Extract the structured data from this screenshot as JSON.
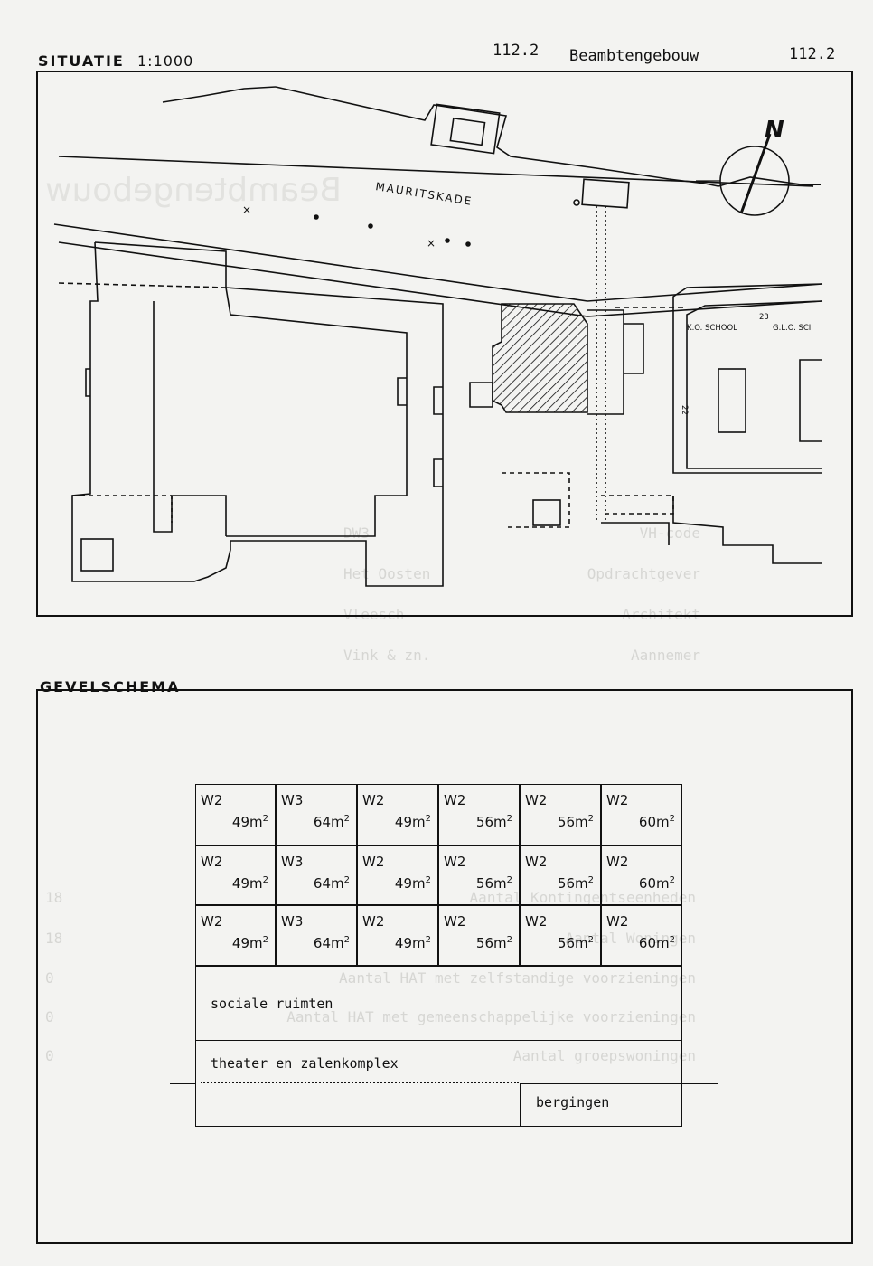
{
  "header": {
    "situatie_label": "SITUATIE",
    "scale": "1:1000",
    "code_left": "112.2",
    "building_name": "Beambtengebouw",
    "code_right": "112.2"
  },
  "site_plan": {
    "street_name": "MAURITSKADE",
    "north_label": "N",
    "school_label": "K.O. SCHOOL",
    "school_label_2": "G.L.O. SCI",
    "house_number_23": "23",
    "house_number_22": "22"
  },
  "gevelschema": {
    "title": "GEVELSCHEMA",
    "rows": [
      [
        {
          "code": "W2",
          "area": "49m",
          "sup": "2"
        },
        {
          "code": "W3",
          "area": "64m",
          "sup": "2"
        },
        {
          "code": "W2",
          "area": "49m",
          "sup": "2"
        },
        {
          "code": "W2",
          "area": "56m",
          "sup": "2"
        },
        {
          "code": "W2",
          "area": "56m",
          "sup": "2"
        },
        {
          "code": "W2",
          "area": "60m",
          "sup": "2"
        }
      ],
      [
        {
          "code": "W2",
          "area": "49m",
          "sup": "2"
        },
        {
          "code": "W3",
          "area": "64m",
          "sup": "2"
        },
        {
          "code": "W2",
          "area": "49m",
          "sup": "2"
        },
        {
          "code": "W2",
          "area": "56m",
          "sup": "2"
        },
        {
          "code": "W2",
          "area": "56m",
          "sup": "2"
        },
        {
          "code": "W2",
          "area": "60m",
          "sup": "2"
        }
      ],
      [
        {
          "code": "W2",
          "area": "49m",
          "sup": "2"
        },
        {
          "code": "W3",
          "area": "64m",
          "sup": "2"
        },
        {
          "code": "W2",
          "area": "49m",
          "sup": "2"
        },
        {
          "code": "W2",
          "area": "56m",
          "sup": "2"
        },
        {
          "code": "W2",
          "area": "56m",
          "sup": "2"
        },
        {
          "code": "W2",
          "area": "60m",
          "sup": "2"
        }
      ]
    ],
    "sociale_ruimten": "sociale ruimten",
    "theater": "theater en zalenkomplex",
    "bergingen": "bergingen"
  },
  "bleed_through": {
    "rows_top": [
      {
        "label": "VH-code",
        "value": "DW3"
      },
      {
        "label": "Opdrachtgever",
        "value": "Het Oosten"
      },
      {
        "label": "Architekt",
        "value": "Vleesch"
      },
      {
        "label": "Aannemer",
        "value": "Vink & zn."
      }
    ],
    "rows_bottom": [
      {
        "label": "Aantal Kontingentseenheden",
        "value": "18"
      },
      {
        "label": "Aantal Woningen",
        "value": "18"
      },
      {
        "label": "Aantal HAT met zelfstandige voorzieningen",
        "value": "0"
      },
      {
        "label": "Aantal HAT met gemeenschappelijke voorzieningen",
        "value": "0"
      },
      {
        "label": "Aantal groepswoningen",
        "value": "0"
      }
    ]
  }
}
